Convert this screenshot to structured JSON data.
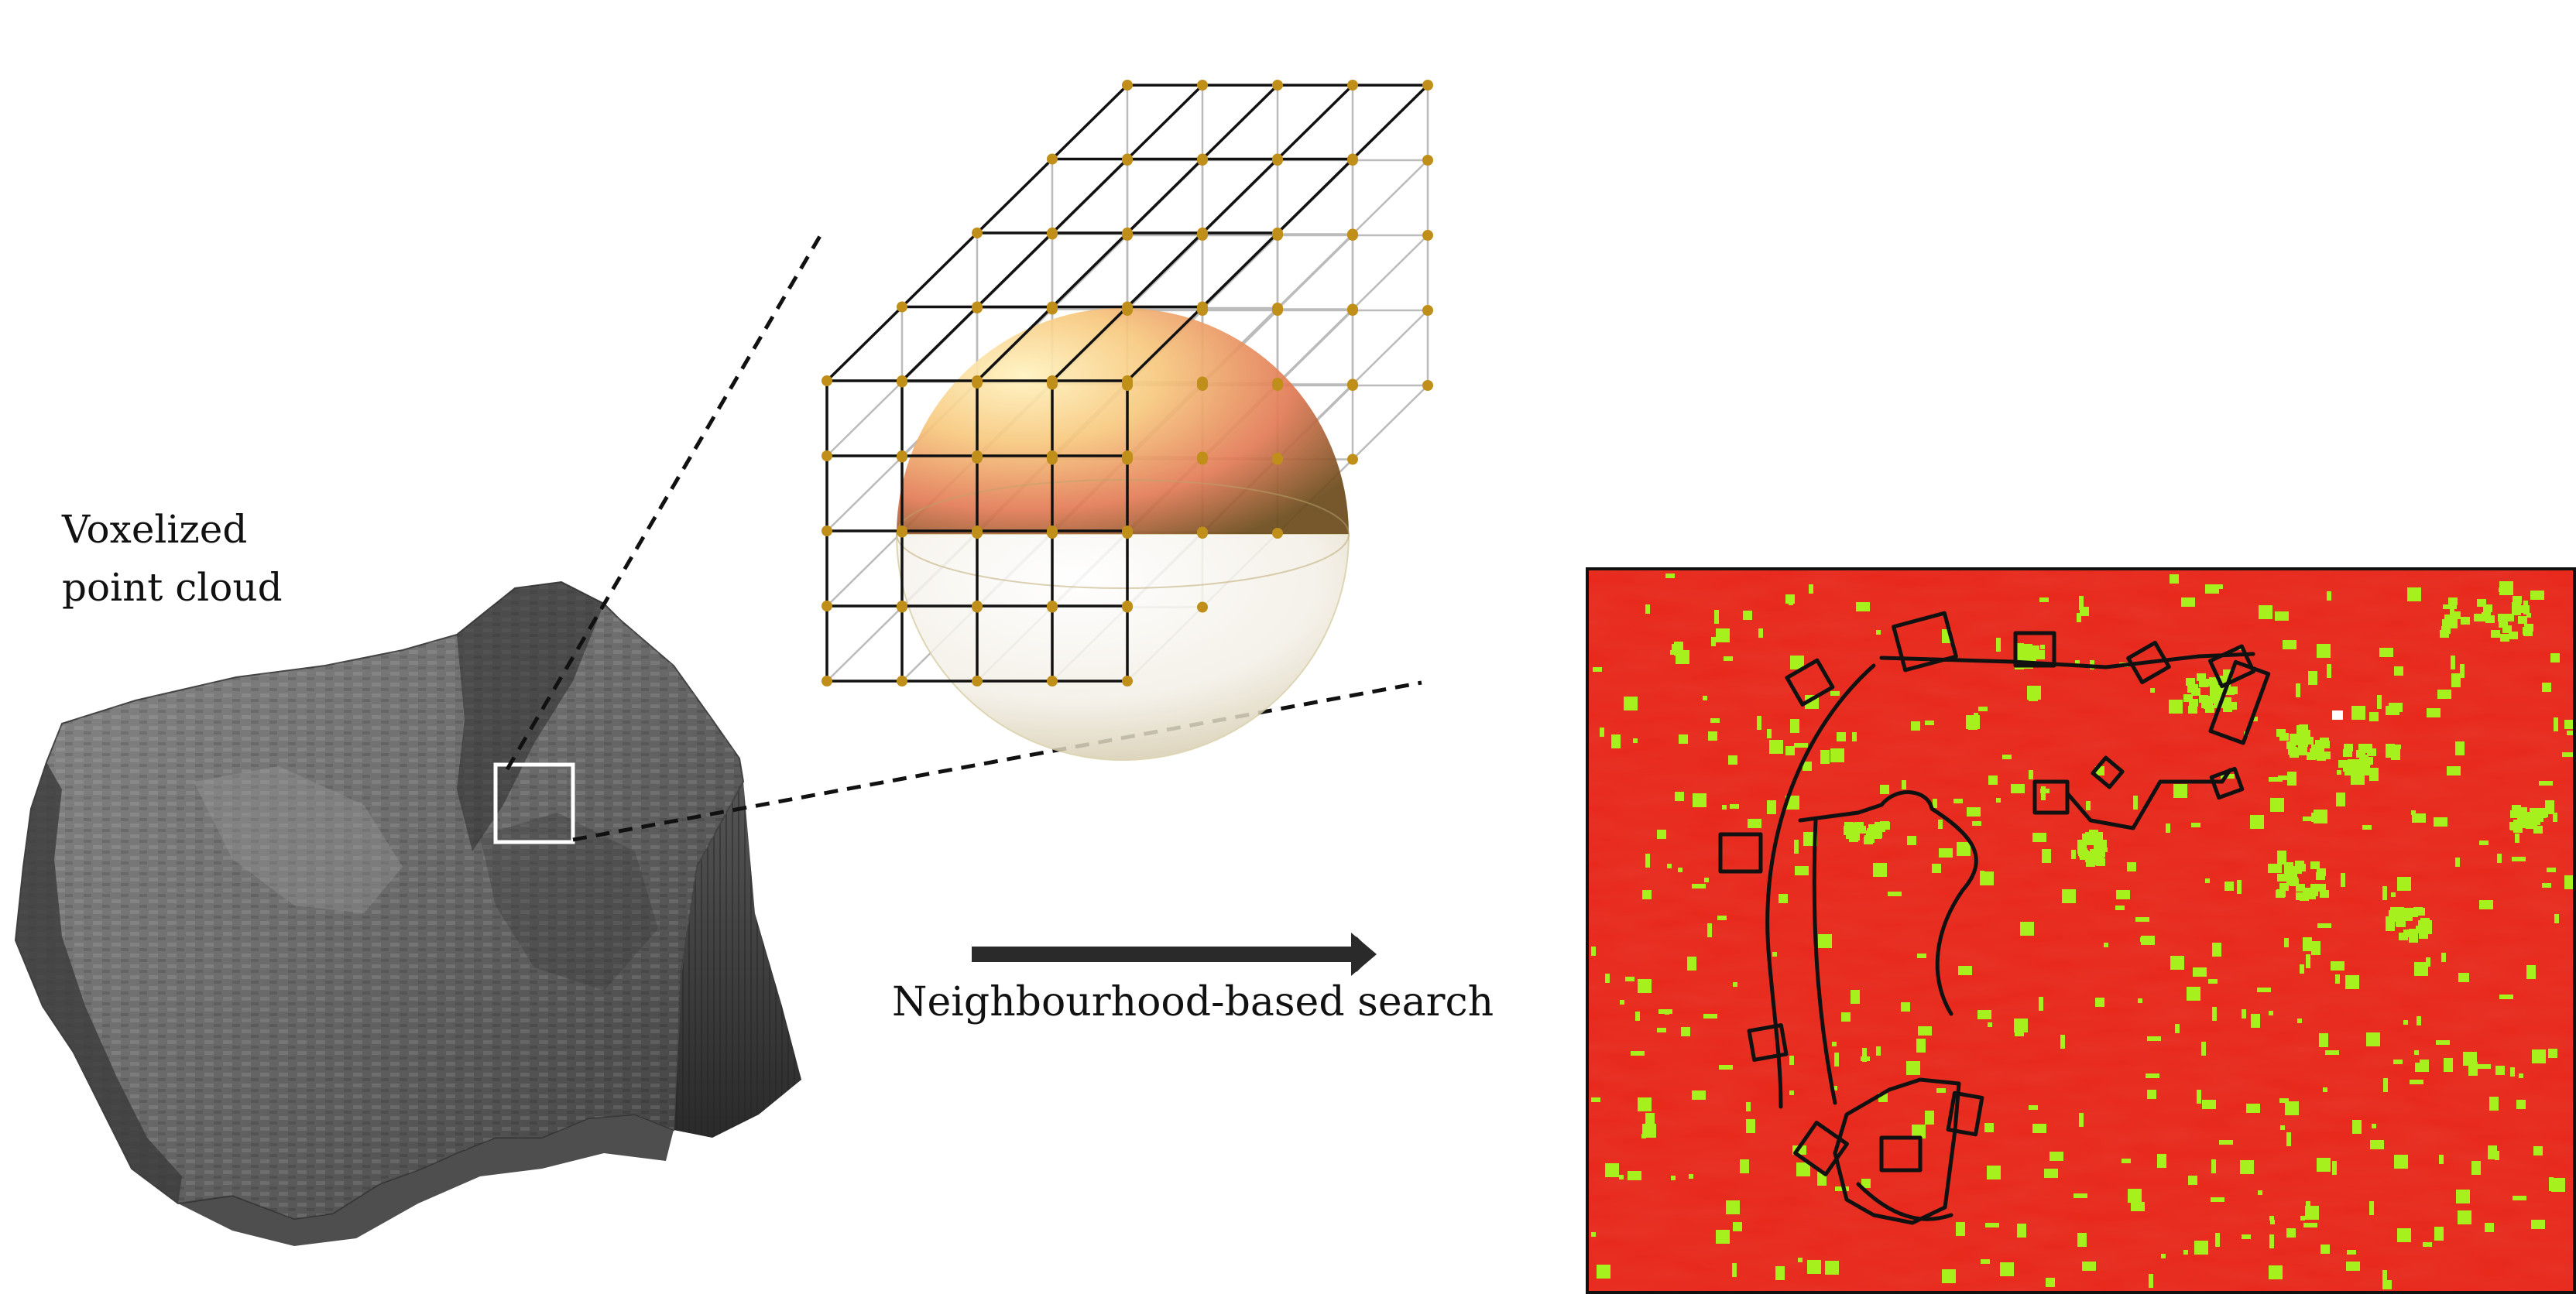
{
  "figure": {
    "left_label_line1": "Voxelized",
    "left_label_line2": "point cloud",
    "arrow_label": "Neighbourhood-based search"
  },
  "colors": {
    "voxel_cloud": "#5a5a5a",
    "grid_front": "#111111",
    "grid_back": "#bbbbbb",
    "grid_node": "#c08f1a",
    "sphere": "#e8a66a",
    "result_background": "#e8261a",
    "result_highlight": "#a6f01e",
    "annotation_ink": "#111111"
  },
  "icons": [
    "voxel-point-cloud",
    "cubic-grid",
    "search-sphere",
    "right-arrow",
    "classified-result-map"
  ]
}
